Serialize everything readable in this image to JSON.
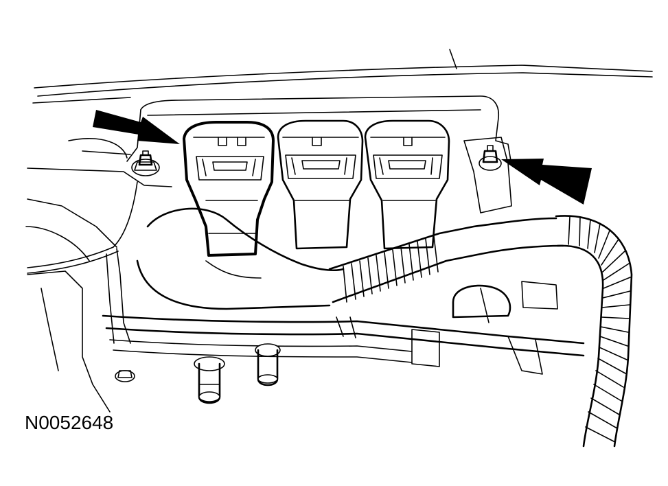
{
  "figure": {
    "id_label": "N0052648"
  },
  "colors": {
    "line": "#000000",
    "background": "#ffffff"
  },
  "callouts": [
    {
      "name": "arrow-left",
      "points_to": "coil-connector-1"
    },
    {
      "name": "arrow-right",
      "points_to": "mounting-bolt-right"
    }
  ]
}
